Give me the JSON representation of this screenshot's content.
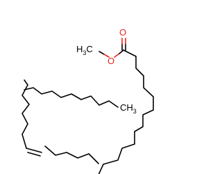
{
  "molecule": {
    "labels": {
      "carbonyl_oxygen": "O",
      "ester_oxygen": "O",
      "methoxy": {
        "main": "H",
        "sub": "3",
        "tail": "C"
      },
      "terminal_methyl": {
        "main": "CH",
        "sub": "3"
      }
    }
  },
  "colors": {
    "bond": "#000000",
    "oxygen": "#e8251c",
    "background": "#ffffff"
  }
}
